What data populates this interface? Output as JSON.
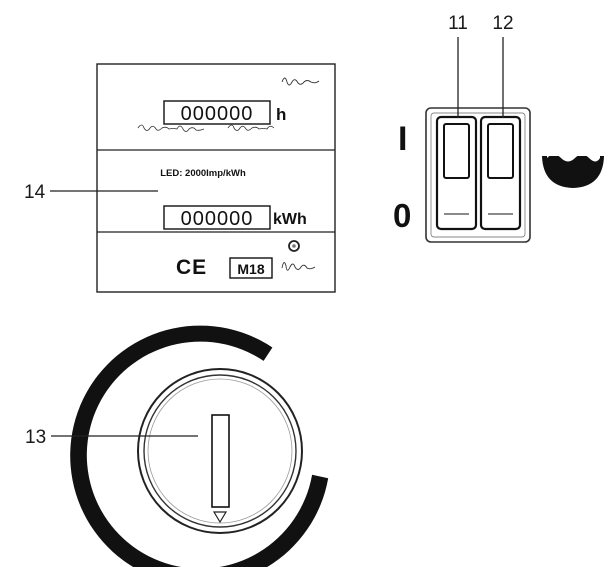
{
  "callouts": {
    "c11": "11",
    "c12": "12",
    "c13": "13",
    "c14": "14"
  },
  "meter": {
    "hours_value": "000000",
    "hours_unit": "h",
    "led_label": "LED: 2000Imp/kWh",
    "energy_value": "000000",
    "energy_unit": "kWh",
    "ce_mark": "CE",
    "m18_mark": "M18"
  },
  "switch": {
    "on_label": "I",
    "off_label": "0"
  },
  "dial": {
    "percent_left": "%",
    "percent_right": "%"
  }
}
